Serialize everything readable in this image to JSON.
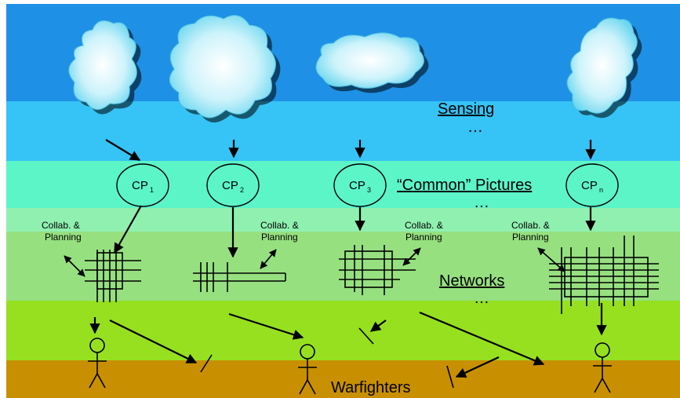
{
  "bands": {
    "sensing_top": "#1e90e6",
    "sensing_bottom": "#36c3f5",
    "pictures": "#5cf5c8",
    "planning": "#90f0a8",
    "networks": "#96e078",
    "lower_green": "#96e020",
    "warfighters": "#c89000"
  },
  "labels": {
    "sensing": "Sensing",
    "common_pictures": "“Common” Pictures",
    "networks": "Networks",
    "warfighters": "Warfighters",
    "ellipsis": "…"
  },
  "nodes": [
    {
      "base": "CP",
      "sub": "1"
    },
    {
      "base": "CP",
      "sub": "2"
    },
    {
      "base": "CP",
      "sub": "3"
    },
    {
      "base": "CP",
      "sub": "n"
    }
  ],
  "collab": [
    {
      "line1": "Collab. &",
      "line2": "Planning"
    },
    {
      "line1": "Collab. &",
      "line2": "Planning"
    },
    {
      "line1": "Collab. &",
      "line2": "Planning"
    },
    {
      "line1": "Collab. &",
      "line2": "Planning"
    }
  ],
  "icons": {
    "cloud": "cloud-icon",
    "warfighter": "stick-figure-icon"
  }
}
